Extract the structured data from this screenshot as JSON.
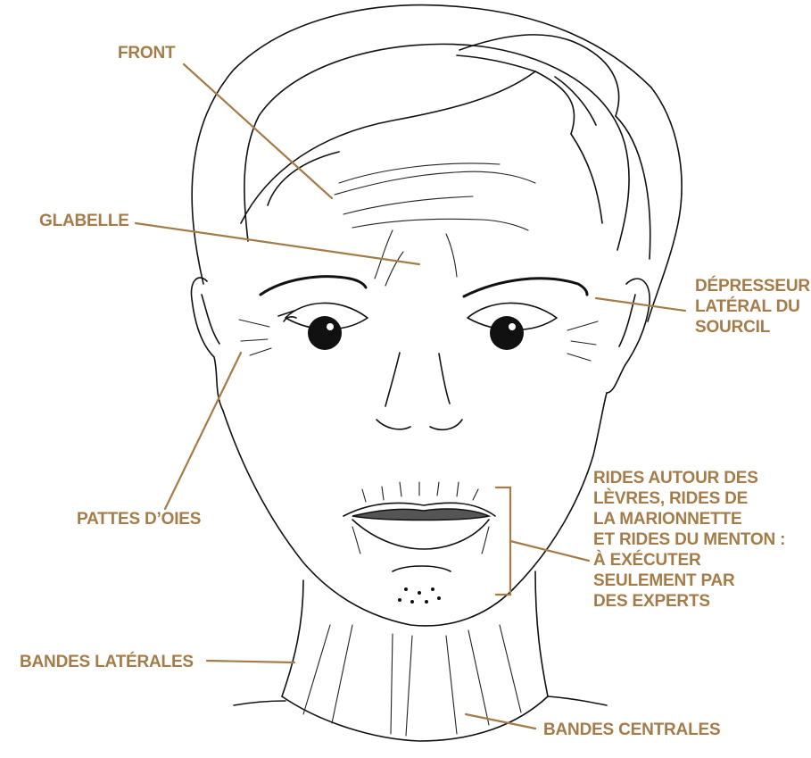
{
  "colors": {
    "label": "#A57B48",
    "leader": "#A57B48",
    "ink": "#111111",
    "background": "#FFFFFF"
  },
  "labels": {
    "front": "FRONT",
    "glabelle": "GLABELLE",
    "depresseur": [
      "DÉPRESSEUR",
      "LATÉRAL DU",
      "SOURCIL"
    ],
    "pattes": "PATTES D’OIES",
    "rides": [
      "RIDES AUTOUR DES",
      "LÈVRES, RIDES DE",
      "LA MARIONNETTE",
      "ET RIDES DU MENTON :",
      "À EXÉCUTER",
      "SEULEMENT PAR",
      "DES EXPERTS"
    ],
    "bandes_laterales": "BANDES LATÉRALES",
    "bandes_centrales": "BANDES CENTRALES"
  }
}
